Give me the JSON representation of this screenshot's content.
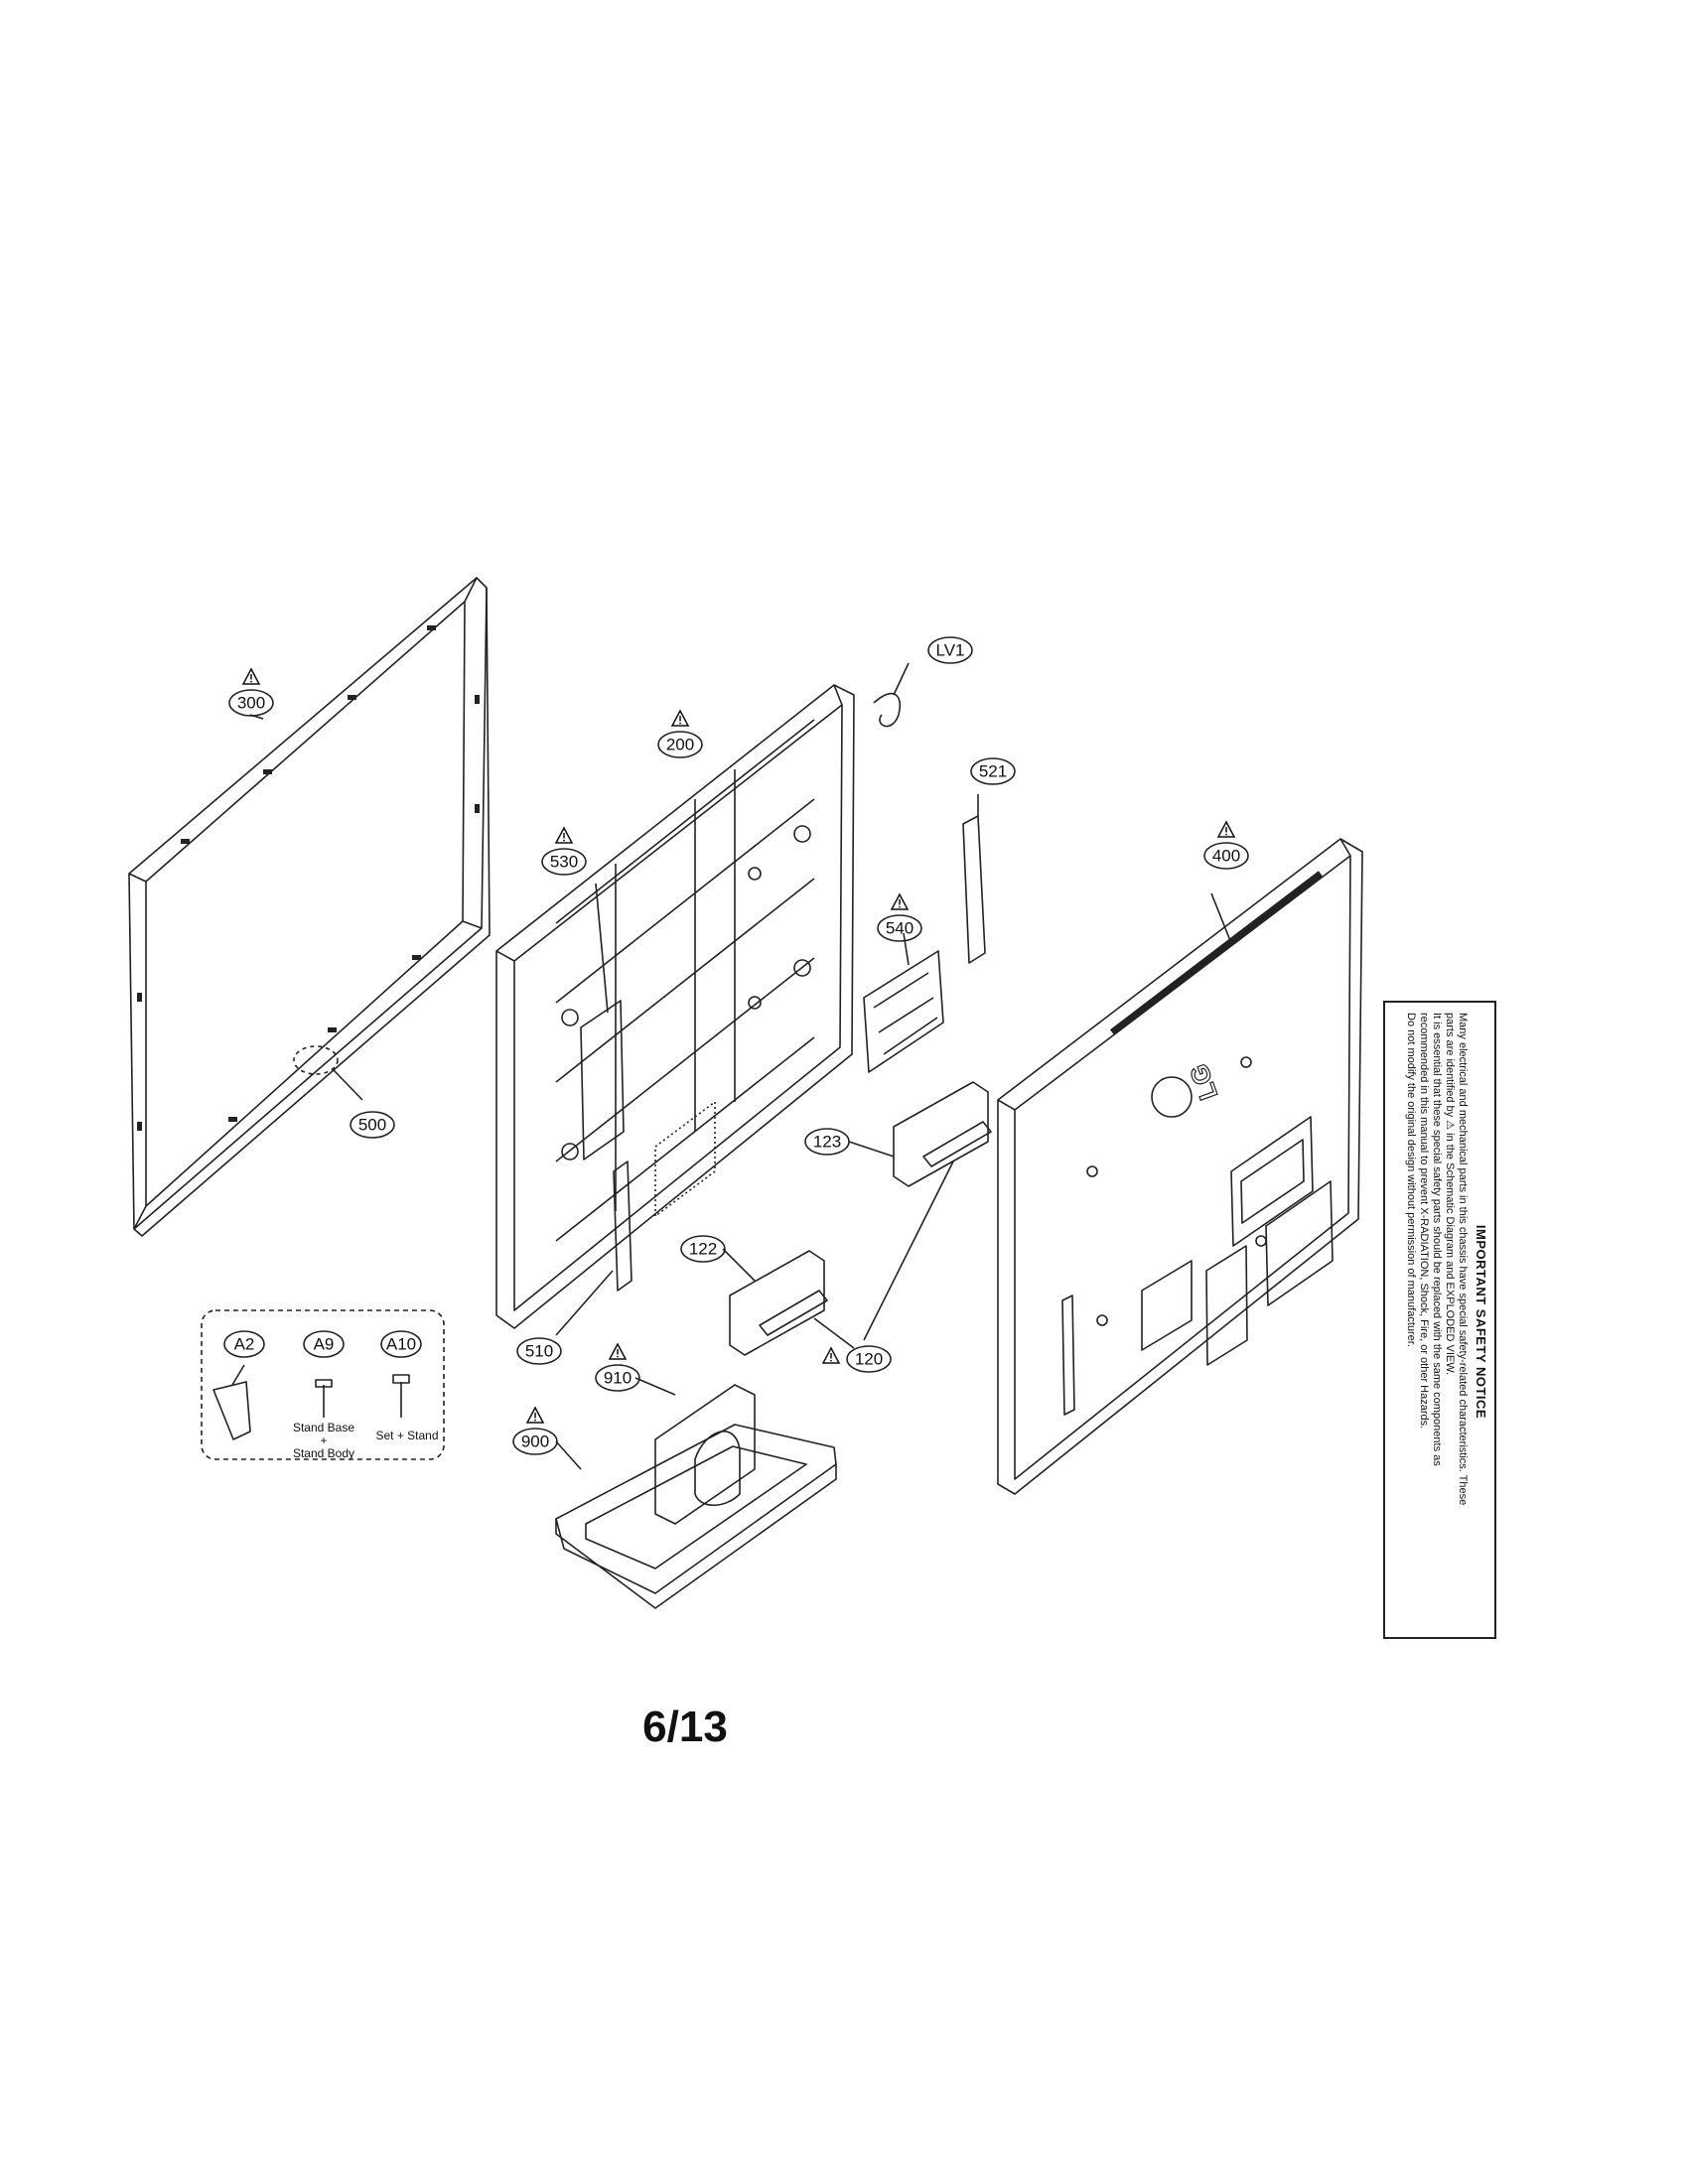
{
  "callouts": {
    "c300": "300",
    "c200": "200",
    "cLV1": "LV1",
    "c521": "521",
    "c530": "530",
    "c540": "540",
    "c400": "400",
    "c500": "500",
    "c123": "123",
    "c122": "122",
    "c120": "120",
    "c510": "510",
    "c910": "910",
    "c900": "900",
    "cA2": "A2",
    "cA9": "A9",
    "cA10": "A10"
  },
  "accessory_labels": {
    "stand_base": "Stand Base",
    "plus": "+",
    "stand_body": "Stand Body",
    "set_stand": "Set + Stand"
  },
  "brand_logo": "LG",
  "safety_notice": {
    "title": "IMPORTANT SAFETY NOTICE",
    "lines": [
      "Many electrical and mechanical parts in this chassis have special safety-related characteristics. These",
      "parts are identified by ⚠ in the Schematic Diagram and EXPLODED VIEW.",
      "It is essential that these special safety parts should be replaced with the same components as",
      "recommended in this manual to prevent X-RADIATION, Shock, Fire, or other Hazards.",
      "Do not modify the original design without permission of manufacturer."
    ]
  },
  "page_number": "6/13",
  "warning_icon": "warning-triangle-icon"
}
